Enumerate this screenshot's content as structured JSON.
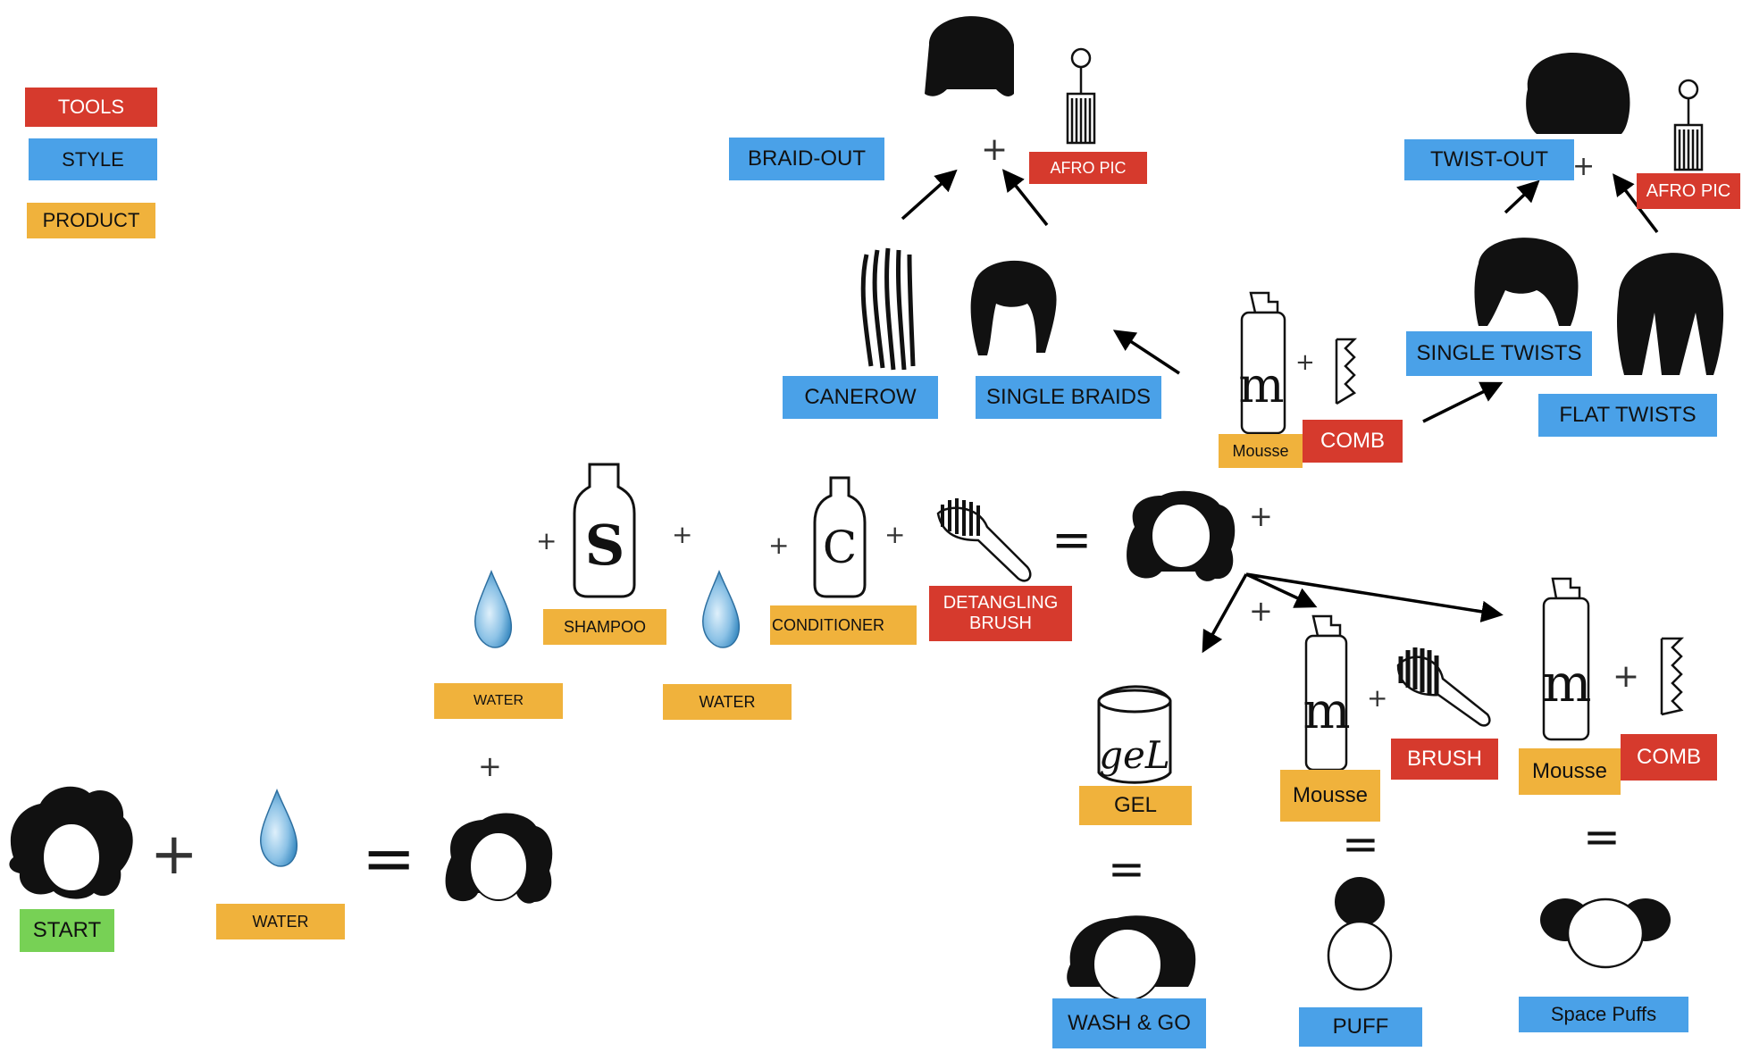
{
  "legend": {
    "tools": "TOOLS",
    "style": "STYLE",
    "product": "PRODUCT"
  },
  "colors": {
    "tools": "#d63a2d",
    "style": "#4aa1e8",
    "product": "#f0b23c",
    "start": "#77d155"
  },
  "labels": {
    "start": "START",
    "water_first": "WATER",
    "water_small": "WATER",
    "shampoo": "SHAMPOO",
    "water_second": "WATER",
    "conditioner": "CONDITIONER",
    "detangling_brush": "DETANGLING BRUSH",
    "gel": "GEL",
    "wash_and_go": "WASH & GO",
    "mousse_puff": "Mousse",
    "brush": "BRUSH",
    "puff": "PUFF",
    "mousse_space": "Mousse",
    "comb_space": "COMB",
    "space_puffs": "Space Puffs",
    "mousse_top": "Mousse",
    "comb_top": "COMB",
    "canerow": "CANEROW",
    "single_braids": "SINGLE BRAIDS",
    "braid_out": "BRAID-OUT",
    "afro_pic_left": "AFRO PIC",
    "twist_out": "TWIST-OUT",
    "afro_pic_right": "AFRO PIC",
    "single_twists": "SINGLE TWISTS",
    "flat_twists": "FLAT TWISTS"
  },
  "icons": {
    "shampoo_letter": "S",
    "conditioner_letter": "C",
    "gel_text": "geL",
    "mousse_letter": "m"
  },
  "icon_names": [
    "afro-hair-icon",
    "water-drop-icon",
    "wet-hair-icon",
    "shampoo-bottle-icon",
    "conditioner-bottle-icon",
    "detangling-brush-icon",
    "gel-jar-icon",
    "mousse-bottle-icon",
    "comb-icon",
    "afro-pick-icon",
    "braids-icon",
    "twists-icon",
    "puff-icon",
    "space-puffs-icon"
  ]
}
